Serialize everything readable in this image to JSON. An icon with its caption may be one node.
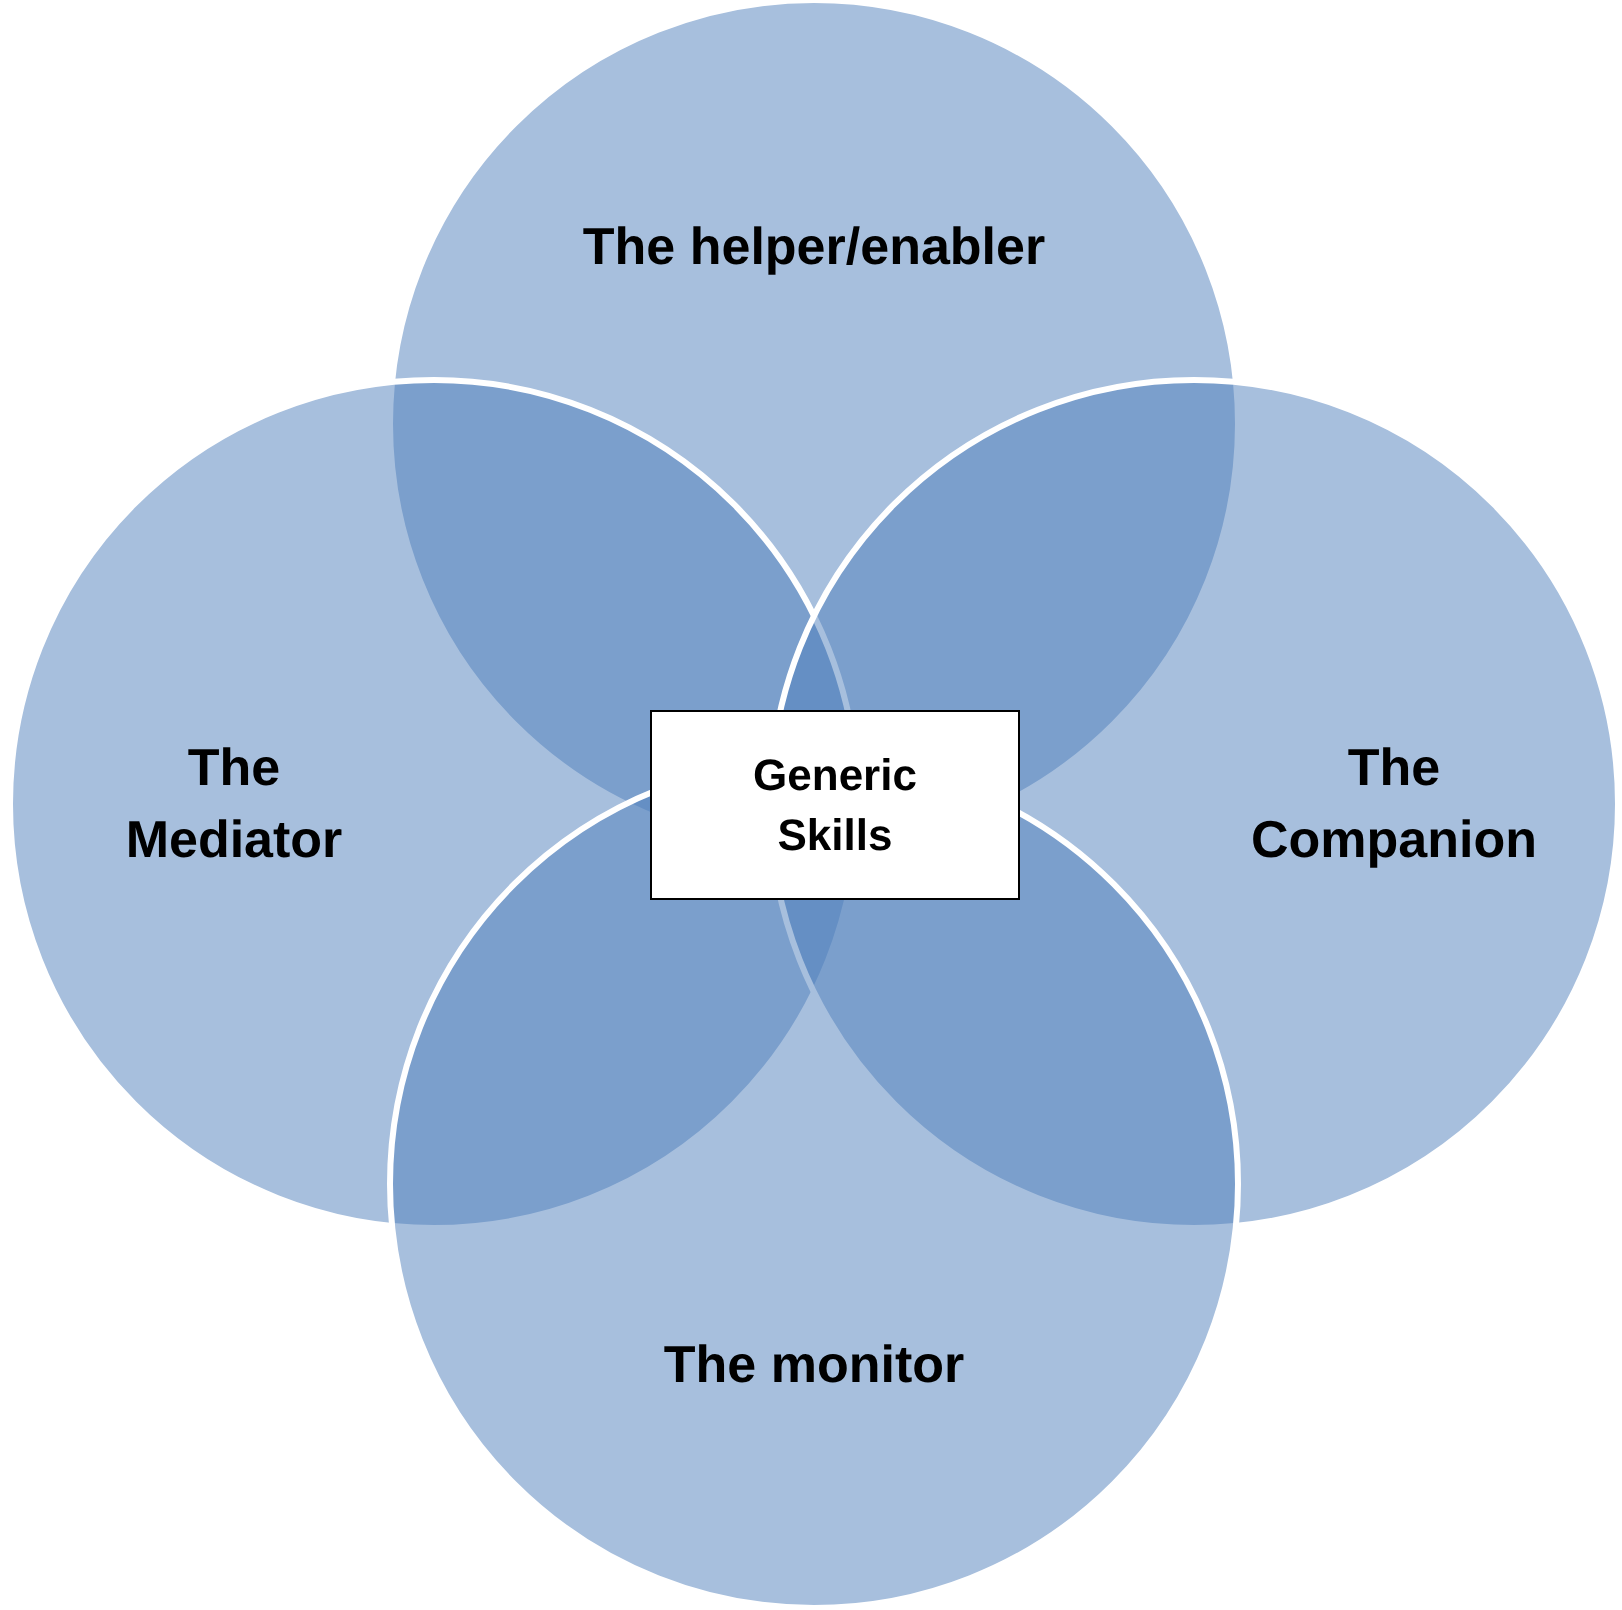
{
  "diagram": {
    "nodes": [
      {
        "text": [
          "The helper/enabler"
        ]
      },
      {
        "text": [
          "The Mediator"
        ]
      },
      {
        "text": [
          "Generic Skills"
        ]
      },
      {
        "text": [
          "The Companion"
        ]
      },
      {
        "text": [
          "The monitor"
        ]
      }
    ]
  }
}
